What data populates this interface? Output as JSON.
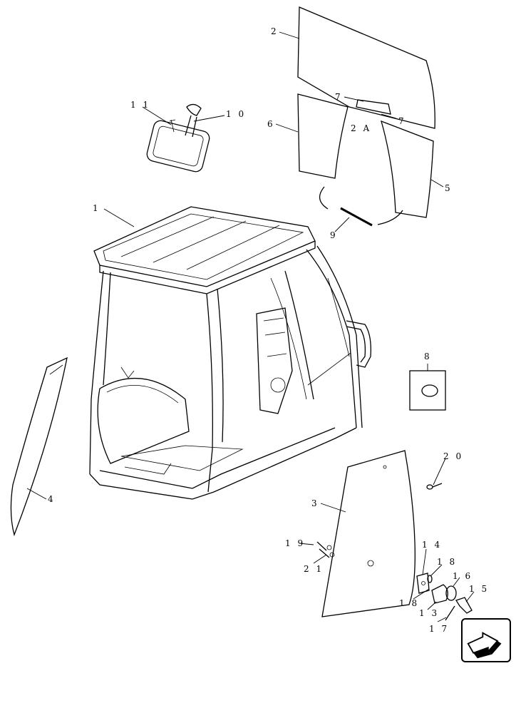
{
  "callouts": {
    "c1": "1",
    "c2": "2",
    "c2a": "2 A",
    "c3": "3",
    "c4": "4",
    "c5": "5",
    "c6": "6",
    "c7a": "7",
    "c7b": "7",
    "c8": "8",
    "c9": "9",
    "c10": "1 0",
    "c11": "1 1",
    "c13": "1 3",
    "c14": "1 4",
    "c15": "1 5",
    "c16": "1 6",
    "c17": "1 7",
    "c18a": "1 8",
    "c18b": "1 8",
    "c19": "1 9",
    "c20": "2 0",
    "c21": "2 1"
  },
  "nav": {
    "icon": "next-page-arrow-icon"
  }
}
